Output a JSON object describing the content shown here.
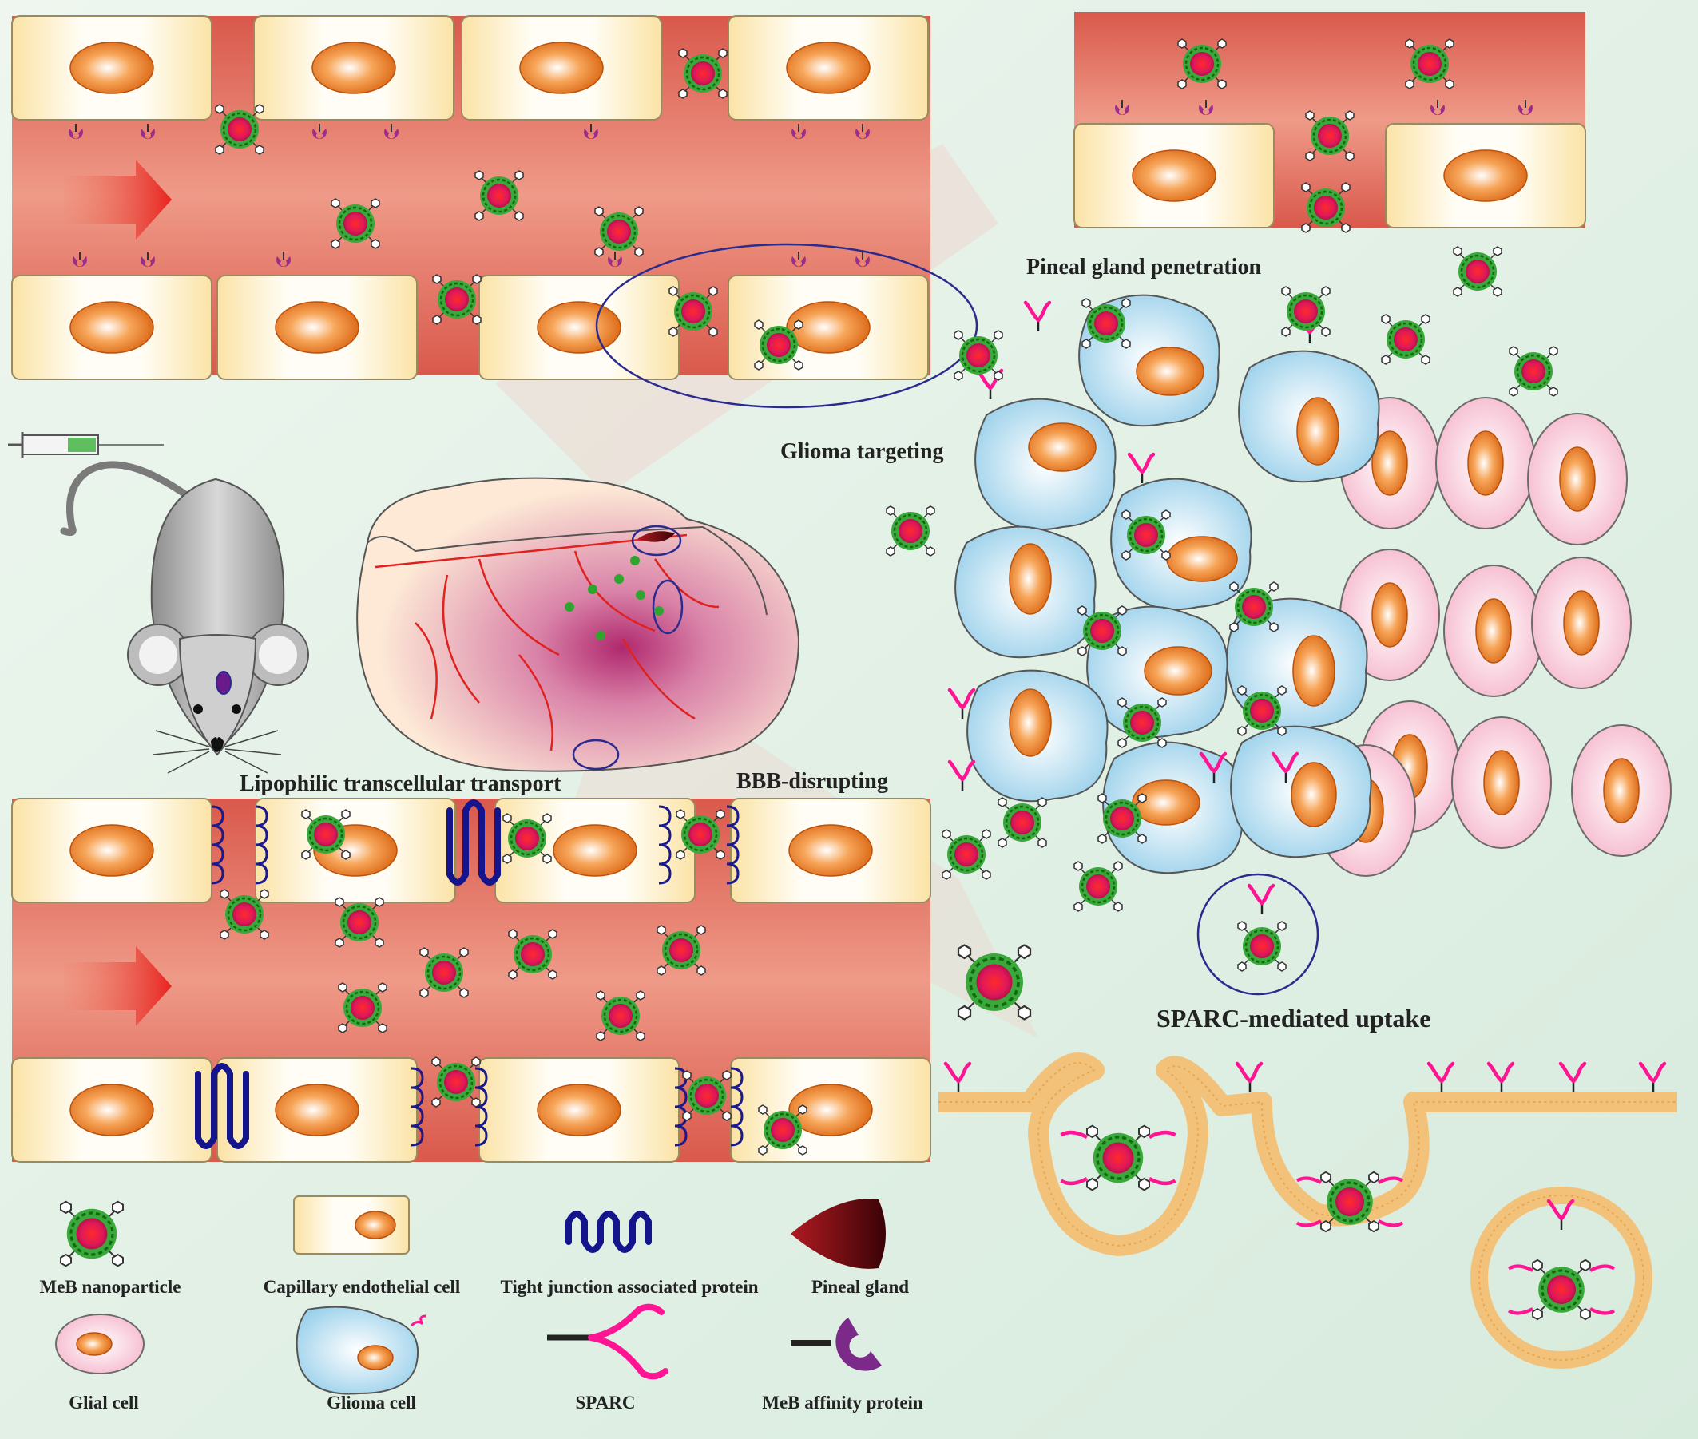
{
  "labels": {
    "pineal_penetration": "Pineal gland penetration",
    "glioma_targeting": "Glioma targeting",
    "lipophilic_transport": "Lipophilic transcellular transport",
    "bbb_disrupting": "BBB-disrupting",
    "sparc_uptake": "SPARC-mediated uptake"
  },
  "legend": [
    {
      "key": "meb_nanoparticle",
      "label": "MeB nanoparticle"
    },
    {
      "key": "capillary_endothelial_cell",
      "label": "Capillary endothelial cell"
    },
    {
      "key": "tight_junction_protein",
      "label": "Tight junction associated protein"
    },
    {
      "key": "pineal_gland",
      "label": "Pineal gland"
    },
    {
      "key": "glial_cell",
      "label": "Glial cell"
    },
    {
      "key": "glioma_cell",
      "label": "Glioma cell"
    },
    {
      "key": "sparc",
      "label": "SPARC"
    },
    {
      "key": "meb_affinity_protein",
      "label": "MeB affinity protein"
    }
  ],
  "colors": {
    "background": "#e4f0e8",
    "vessel": "#e0705e",
    "endothelial_cell": "#fbe7b6",
    "nucleus": "#e8761e",
    "nanoparticle_core": "#e8163a",
    "nanoparticle_shell": "#2fa52f",
    "sparc": "#ff1493",
    "tight_junction": "#1a1a8c",
    "glioma_cell": "#a9d8ee",
    "glial_cell": "#f7c6d6",
    "pineal_gland": "#6b0c14",
    "membrane": "#f3c27a"
  }
}
